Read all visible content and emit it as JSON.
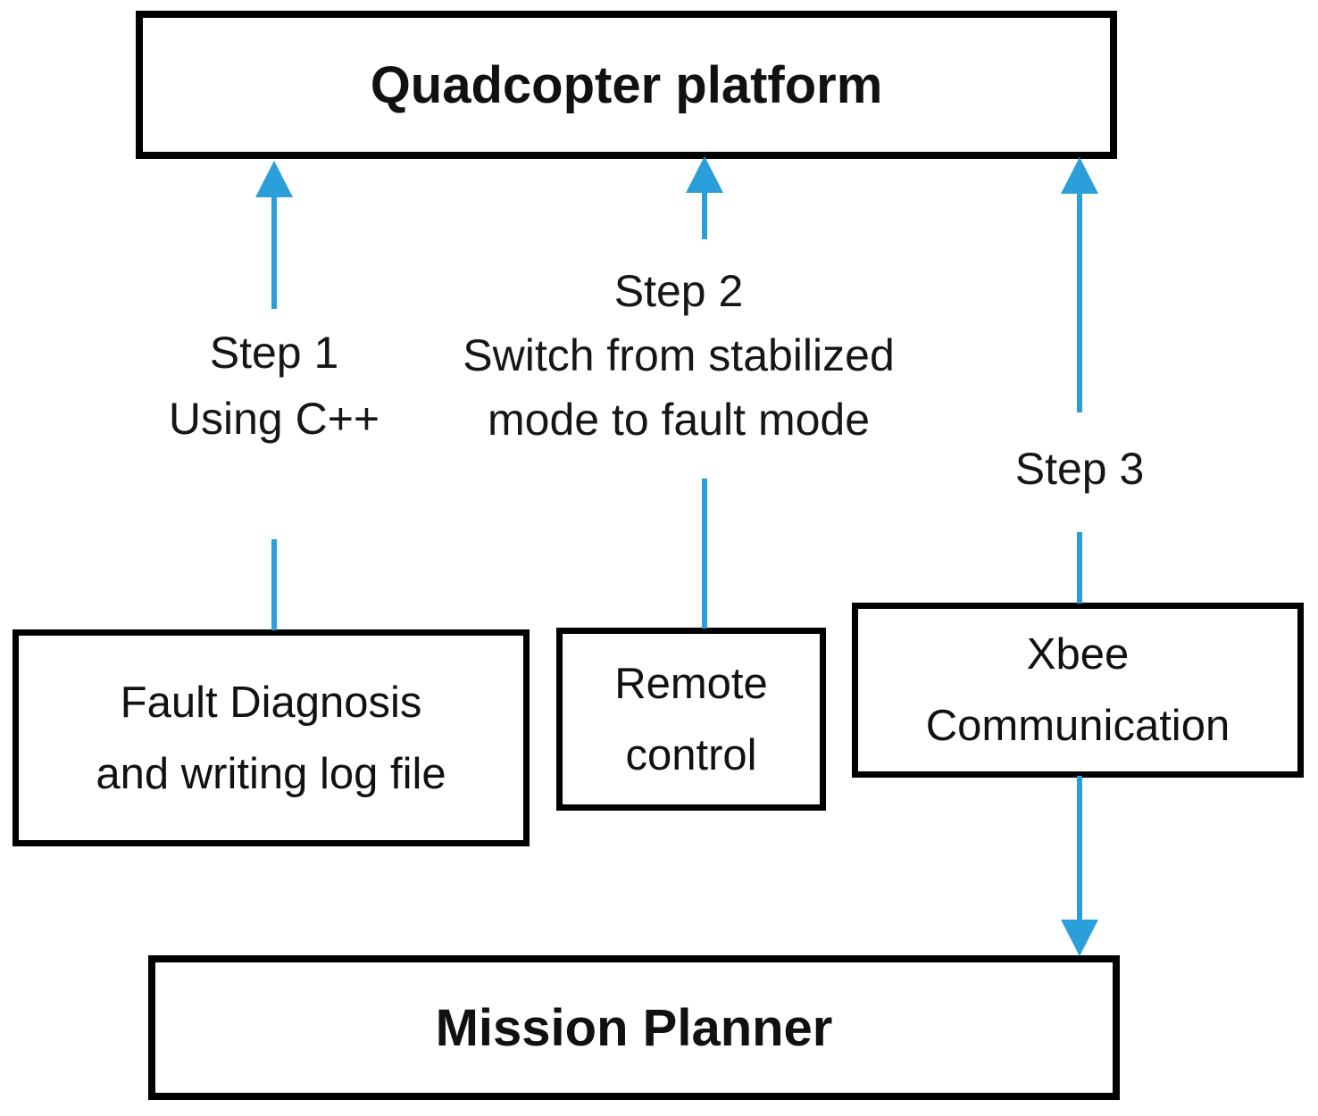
{
  "figure": {
    "colors": {
      "arrow": "#2B9FD9",
      "box_border": "#000000",
      "text": "#111111",
      "background": "#FFFFFF"
    },
    "nodes": {
      "quadcopter": {
        "label": "Quadcopter platform"
      },
      "fault_diagnosis": {
        "label": "Fault Diagnosis\nand writing log file"
      },
      "remote_control": {
        "label": "Remote\ncontrol"
      },
      "xbee": {
        "label": "Xbee\nCommunication"
      },
      "mission_planner": {
        "label": "Mission Planner"
      }
    },
    "step_labels": {
      "step1": "Step 1\nUsing C++",
      "step2": "Step 2\nSwitch from stabilized\nmode to fault mode",
      "step3": "Step 3"
    },
    "edges": [
      {
        "from": "fault_diagnosis",
        "to": "quadcopter",
        "label": "Step 1 Using C++",
        "direction": "up"
      },
      {
        "from": "remote_control",
        "to": "quadcopter",
        "label": "Step 2 Switch from stabilized mode to fault mode",
        "direction": "up"
      },
      {
        "from": "xbee",
        "to": "quadcopter",
        "label": "Step 3",
        "direction": "up"
      },
      {
        "from": "xbee",
        "to": "mission_planner",
        "label": "",
        "direction": "down"
      }
    ]
  }
}
